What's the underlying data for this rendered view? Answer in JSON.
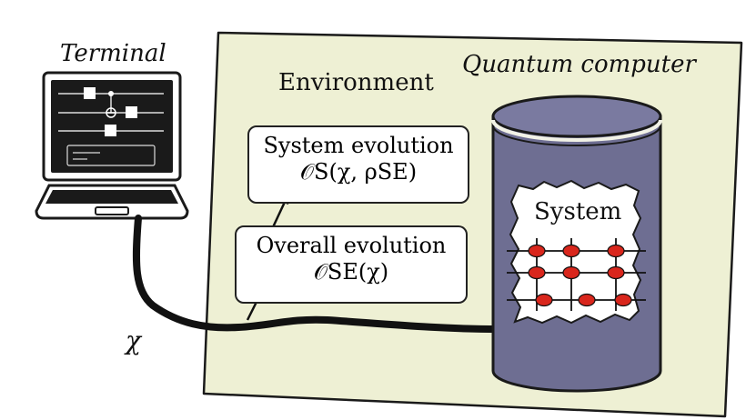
{
  "terminal": {
    "label": "Terminal"
  },
  "environment": {
    "label": "Environment"
  },
  "quantum_computer": {
    "label": "Quantum computer"
  },
  "system": {
    "label": "System"
  },
  "system_evolution": {
    "title": "System evolution",
    "formula": "𝒪S(χ, ρSE)"
  },
  "overall_evolution": {
    "title": "Overall evolution",
    "formula": "𝒪SE(χ)"
  },
  "input": {
    "symbol": "χ"
  },
  "colors": {
    "environment_fill": "#eef0d4",
    "cylinder_body": "#6e6e92",
    "cylinder_top": "#7a7aa0",
    "qubit": "#d9261c",
    "laptop": "#1a1a1a",
    "cable": "#111111"
  }
}
